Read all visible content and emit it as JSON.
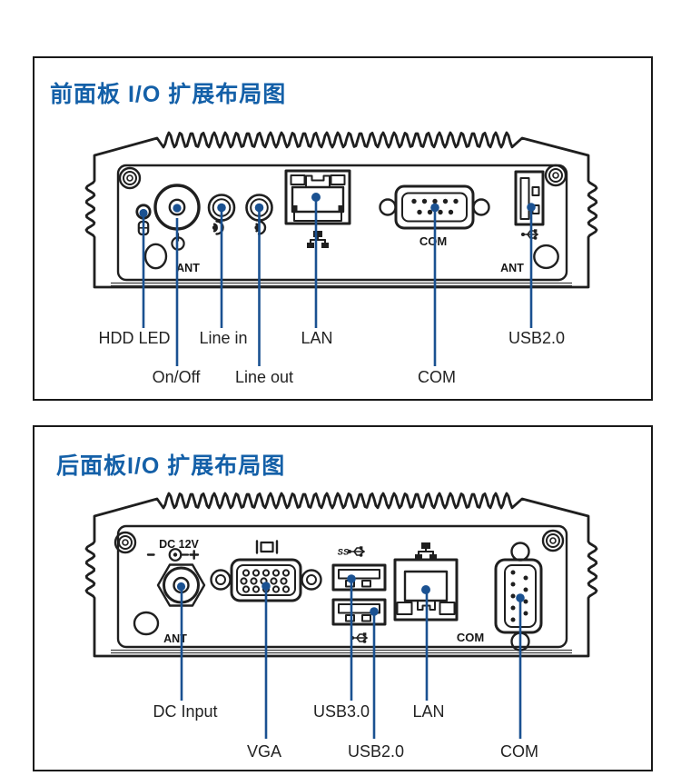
{
  "colors": {
    "title_blue": "#1460a8",
    "callout_blue": "#1a5191",
    "ink": "#1f1f1f"
  },
  "front": {
    "title": "前面板 I/O 扩展布局图",
    "panel_text": {
      "ant_left": "ANT",
      "ant_right": "ANT",
      "com": "COM"
    },
    "callouts": {
      "hdd_led": "HDD LED",
      "on_off": "On/Off",
      "line_in": "Line in",
      "line_out": "Line out",
      "lan": "LAN",
      "com": "COM",
      "usb2": "USB2.0"
    }
  },
  "rear": {
    "title": "后面板I/O 扩展布局图",
    "panel_text": {
      "dc": "DC 12V",
      "ant": "ANT",
      "com": "COM",
      "ss": "SS"
    },
    "callouts": {
      "dc_input": "DC Input",
      "vga": "VGA",
      "usb3": "USB3.0",
      "usb2": "USB2.0",
      "lan": "LAN",
      "com": "COM"
    }
  }
}
